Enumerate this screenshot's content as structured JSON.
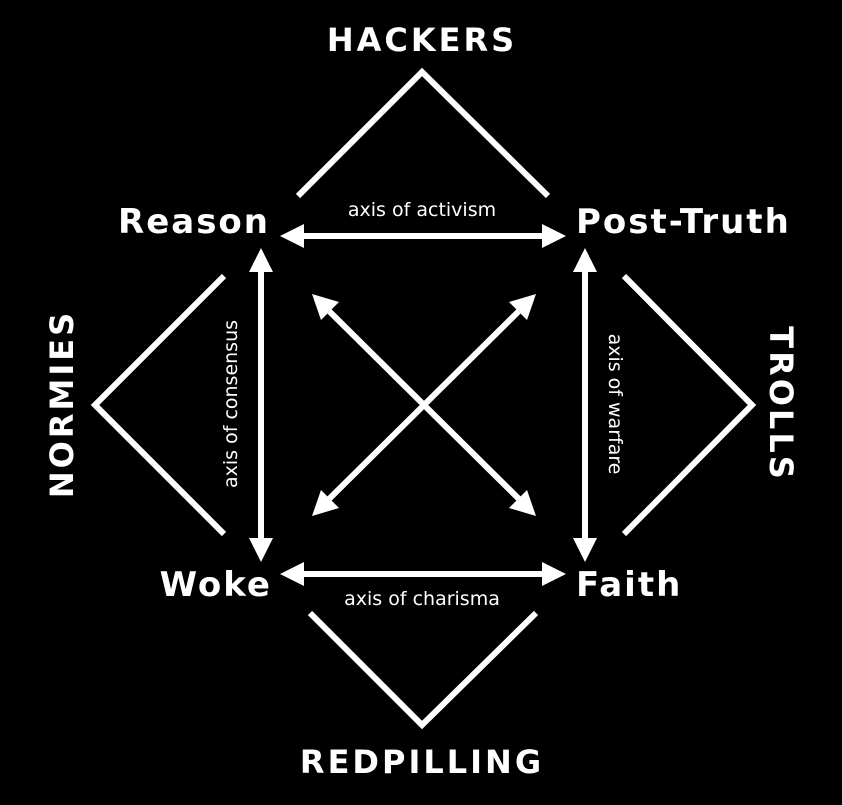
{
  "nodes": {
    "reason": "Reason",
    "post_truth": "Post-Truth",
    "woke": "Woke",
    "faith": "Faith"
  },
  "groups": {
    "hackers": "HACKERS",
    "trolls": "TROLLS",
    "redpilling": "REDPILLING",
    "normies": "NORMIES"
  },
  "axes": {
    "activism": "axis of activism",
    "warfare": "axis of warfare",
    "charisma": "axis of charisma",
    "consensus": "axis of consensus"
  },
  "colors": {
    "background": "#000000",
    "foreground": "#ffffff"
  }
}
